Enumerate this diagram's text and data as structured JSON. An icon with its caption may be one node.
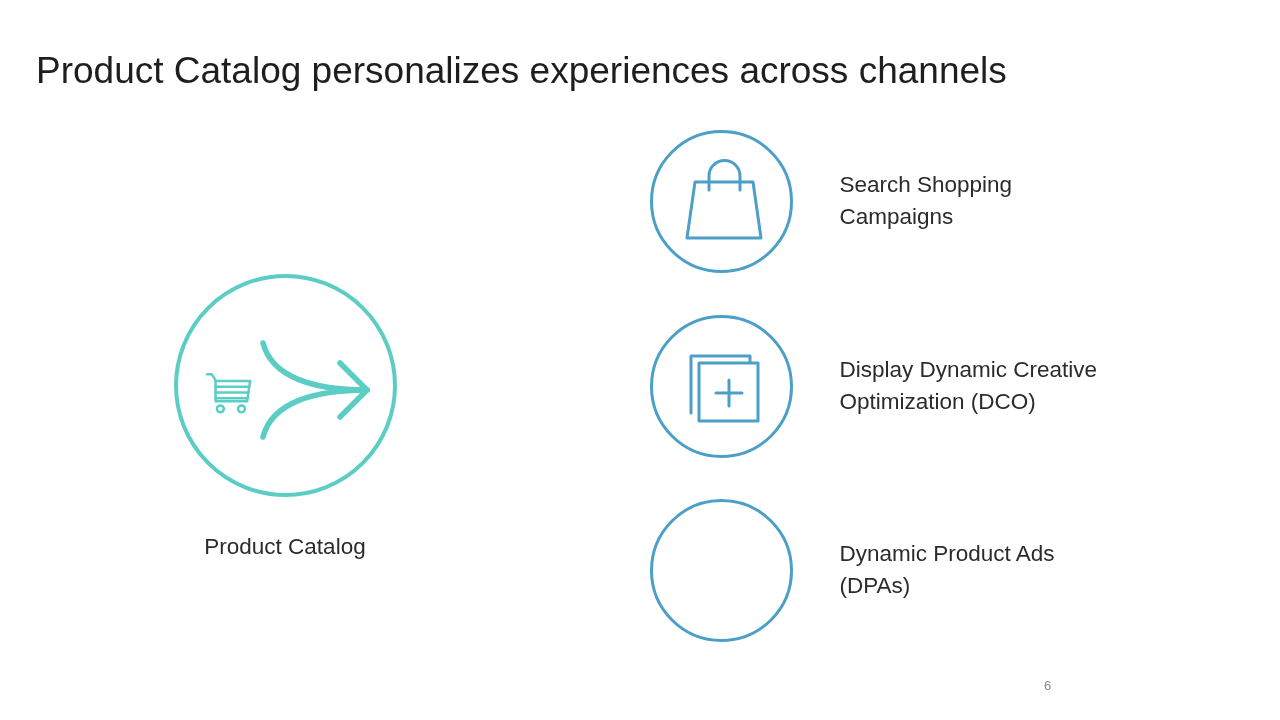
{
  "diagram": {
    "title": "Product Catalog personalizes experiences across channels",
    "nodes": [
      {
        "text": [],
        "shape": "circle",
        "beside": [
          "Product Catalog"
        ]
      },
      {
        "text": [],
        "shape": "circle",
        "beside": [
          "Search Shopping Campaigns"
        ]
      },
      {
        "text": [],
        "shape": "circle",
        "beside": [
          "Display Dynamic Creative Optimization (DCO)"
        ]
      },
      {
        "text": [],
        "shape": "circle",
        "beside": [
          "Dynamic Product Ads (DPAs)"
        ]
      }
    ],
    "labels": [
      "6"
    ]
  }
}
